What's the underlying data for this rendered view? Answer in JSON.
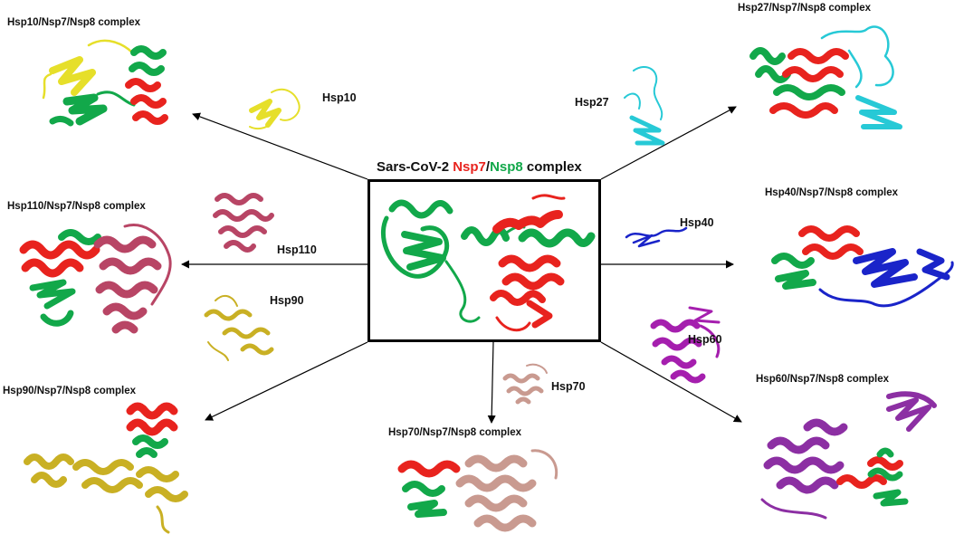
{
  "center": {
    "title_prefix": "Sars-CoV-2 ",
    "nsp7": "Nsp7",
    "slash": "/",
    "nsp8": "Nsp8",
    "title_suffix": " complex"
  },
  "colors": {
    "nsp7": "#e8231e",
    "nsp8": "#12a84a",
    "hsp10": "#e6df2a",
    "hsp27": "#27c9d6",
    "hsp40": "#1a24c9",
    "hsp60": "#a51fae",
    "hsp70": "#c99a90",
    "hsp90": "#c9b024",
    "hsp110": "#b84565",
    "hsp60_complex": "#8c2fa3"
  },
  "proteins": [
    {
      "id": "hsp10",
      "label": "Hsp10",
      "complex": "Hsp10/Nsp7/Nsp8 complex"
    },
    {
      "id": "hsp27",
      "label": "Hsp27",
      "complex": "Hsp27/Nsp7/Nsp8 complex"
    },
    {
      "id": "hsp110",
      "label": "Hsp110",
      "complex": "Hsp110/Nsp7/Nsp8 complex"
    },
    {
      "id": "hsp40",
      "label": "Hsp40",
      "complex": "Hsp40/Nsp7/Nsp8 complex"
    },
    {
      "id": "hsp90",
      "label": "Hsp90",
      "complex": "Hsp90/Nsp7/Nsp8 complex"
    },
    {
      "id": "hsp60",
      "label": "Hsp60",
      "complex": "Hsp60/Nsp7/Nsp8 complex"
    },
    {
      "id": "hsp70",
      "label": "Hsp70",
      "complex": "Hsp70/Nsp7/Nsp8 complex"
    }
  ]
}
